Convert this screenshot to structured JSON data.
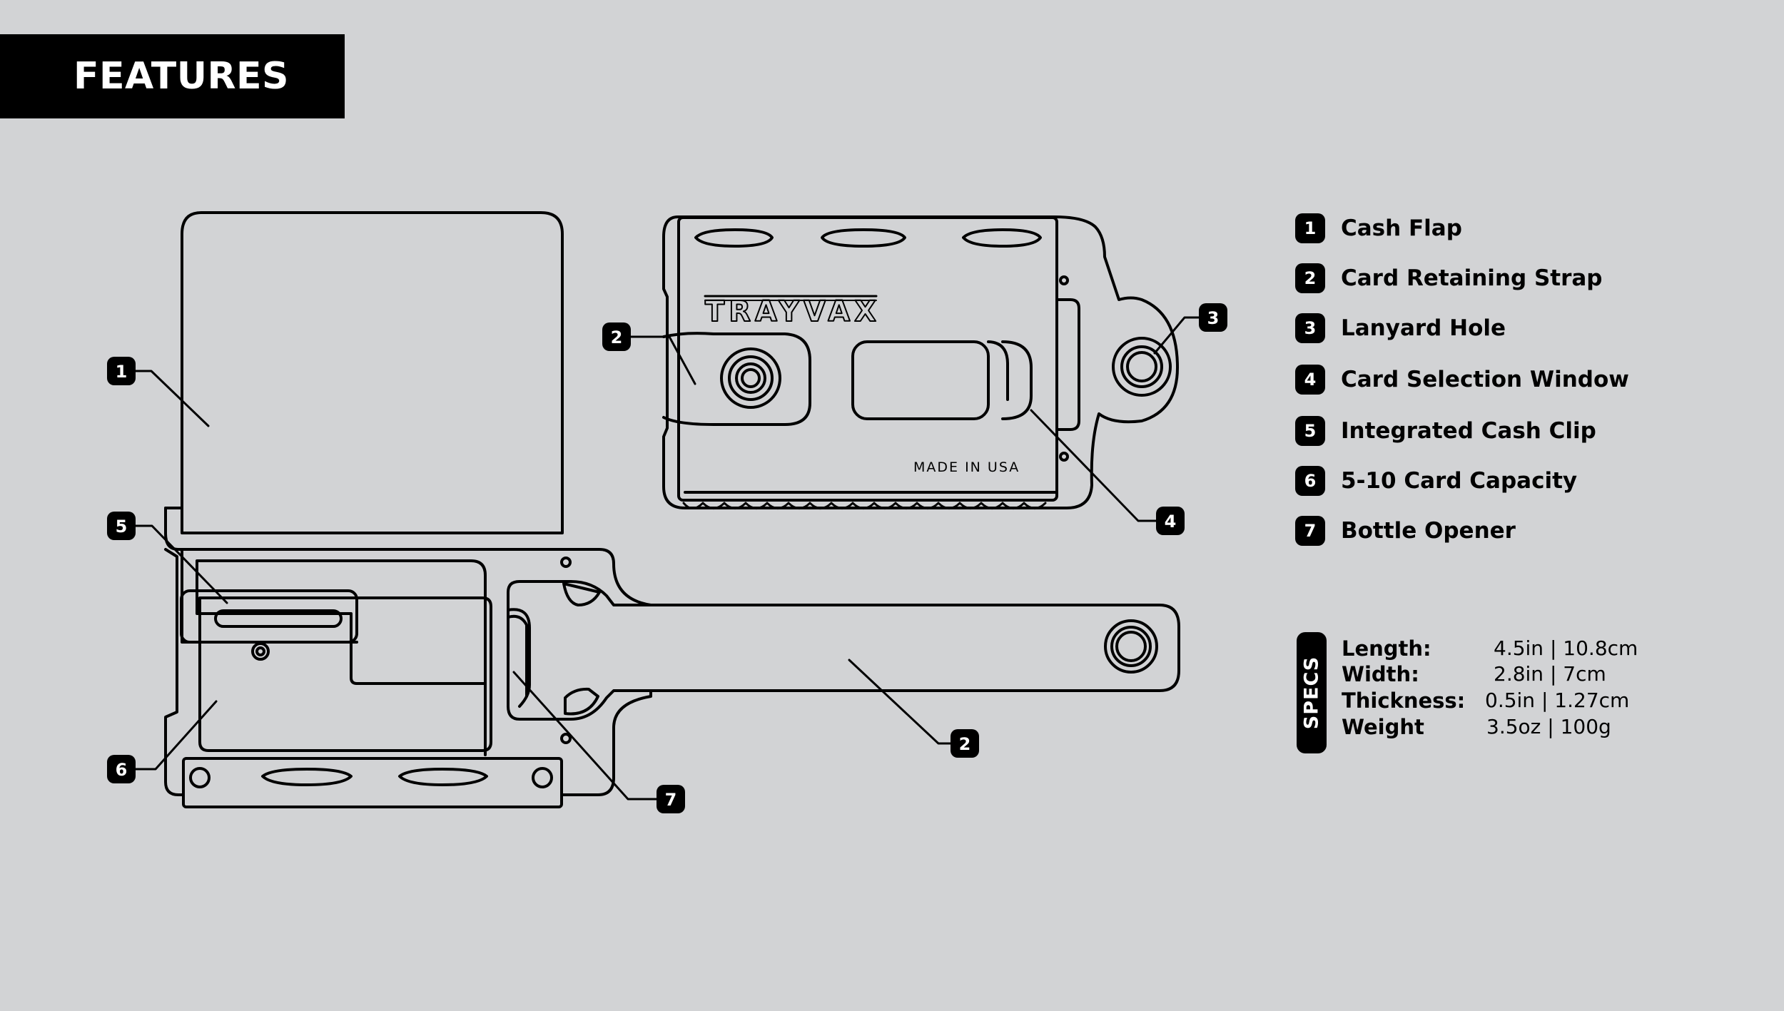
{
  "header": {
    "title": "FEATURES"
  },
  "diagram": {
    "logo_text": "TRAYVAX",
    "made_in": "MADE IN USA",
    "callouts": [
      "1",
      "5",
      "6",
      "7",
      "2",
      "2",
      "3",
      "4"
    ]
  },
  "legend": [
    {
      "number": "1",
      "label": "Cash Flap"
    },
    {
      "number": "2",
      "label": "Card Retaining Strap"
    },
    {
      "number": "3",
      "label": "Lanyard Hole"
    },
    {
      "number": "4",
      "label": "Card Selection Window"
    },
    {
      "number": "5",
      "label": "Integrated Cash Clip"
    },
    {
      "number": "6",
      "label": "5-10 Card Capacity"
    },
    {
      "number": "7",
      "label": "Bottle Opener"
    }
  ],
  "specs": {
    "tab_label": "SPECS",
    "rows": [
      {
        "label": "Length:",
        "value": "4.5in | 10.8cm"
      },
      {
        "label": "Width:",
        "value": "2.8in | 7cm"
      },
      {
        "label": "Thickness:",
        "value": "0.5in | 1.27cm"
      },
      {
        "label": "Weight",
        "value": "3.5oz | 100g"
      }
    ]
  }
}
